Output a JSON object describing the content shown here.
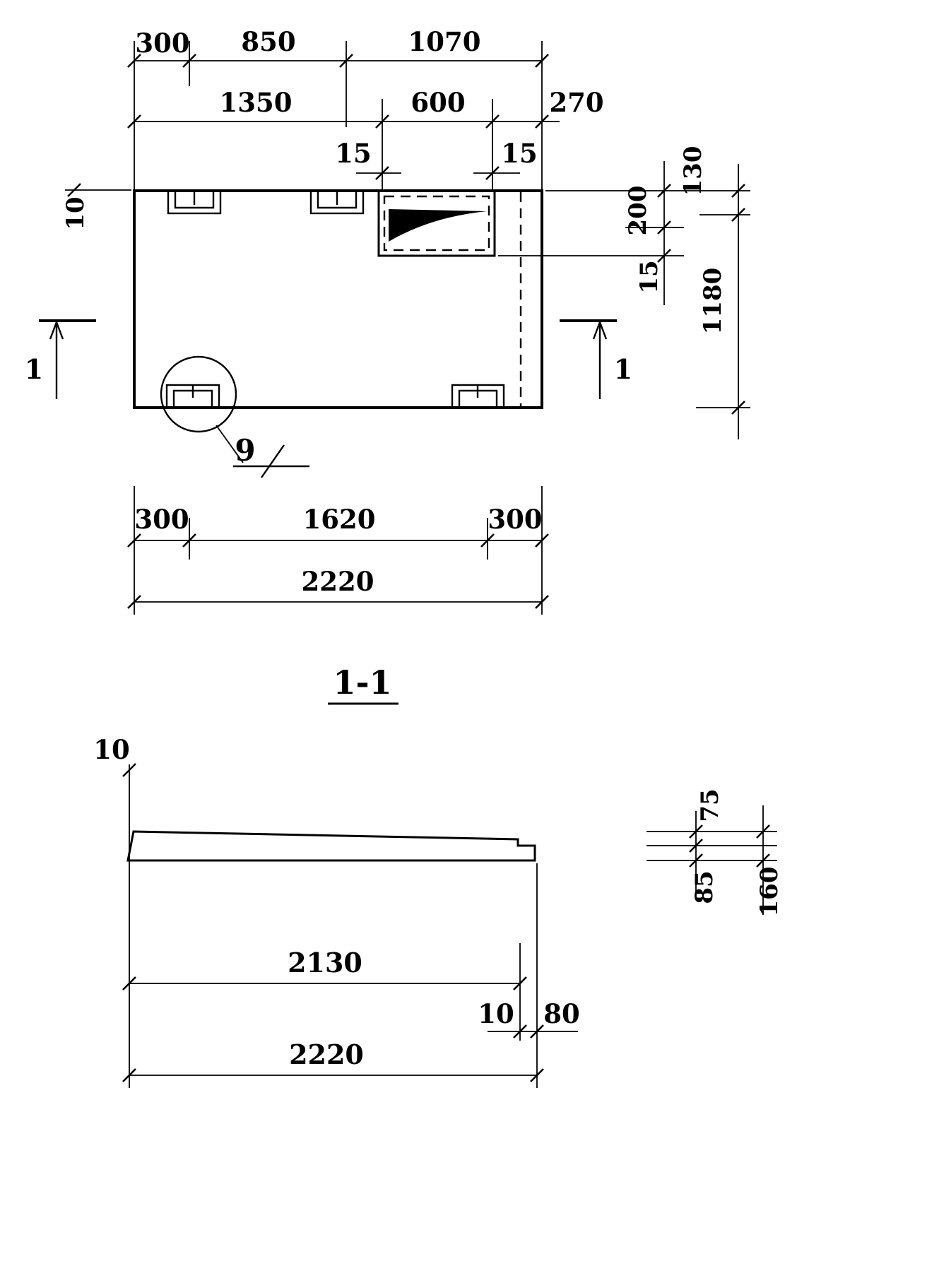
{
  "colors": {
    "ink": "#000000",
    "paper": "#ffffff"
  },
  "plan": {
    "top_row1": [
      "300",
      "850",
      "1070"
    ],
    "top_row2": [
      "1350",
      "600",
      "270"
    ],
    "recess_insets": [
      "15",
      "15"
    ],
    "left_offset": "10",
    "right_dims": {
      "d130": "130",
      "d200": "200",
      "d15": "15",
      "d1180": "1180"
    },
    "bottom_row1": [
      "300",
      "1620",
      "300"
    ],
    "bottom_total": "2220",
    "cut_label": "1",
    "detail_label": "9"
  },
  "section": {
    "title": "1-1",
    "top_offset": "10",
    "right_dims": {
      "d75": "75",
      "d85": "85",
      "d160": "160"
    },
    "bottom_len": "2130",
    "bottom_step": [
      "10",
      "80"
    ],
    "bottom_total": "2220"
  }
}
